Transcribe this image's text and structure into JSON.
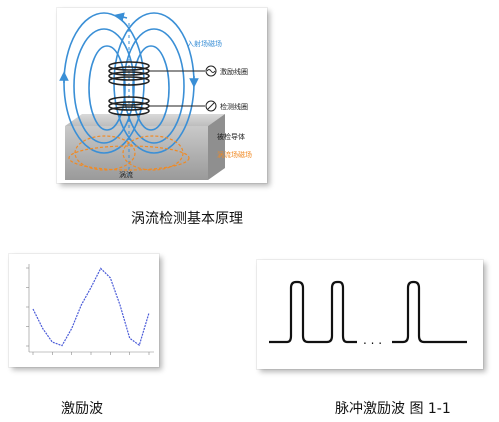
{
  "principle": {
    "caption": "涡流检测基本原理",
    "labels": {
      "incident_field": "入射场磁场",
      "excitation_coil": "激励线圈",
      "detection_coil": "检测线圈",
      "conductor": "被检导体",
      "eddy_field": "涡流场磁场",
      "eddy_current": "涡流"
    },
    "colors": {
      "field_lines": "#3a8fd6",
      "eddy": "#f08a24",
      "coil": "#222222"
    }
  },
  "excitation_wave": {
    "caption": "激励波",
    "chart_data": {
      "type": "line",
      "x": [
        -3,
        -2.5,
        -2,
        -1.5,
        -1,
        -0.5,
        0,
        0.5,
        1,
        1.5,
        2,
        2.5,
        3
      ],
      "y": [
        -0.05,
        -0.55,
        -0.9,
        -0.99,
        -0.55,
        0.05,
        0.5,
        0.99,
        0.75,
        0.05,
        -0.8,
        -0.98,
        -0.15
      ],
      "color": "#4a5bd8"
    }
  },
  "pulse_wave": {
    "caption": "脉冲激励波  图 1-1",
    "ellipsis": ". . ."
  }
}
